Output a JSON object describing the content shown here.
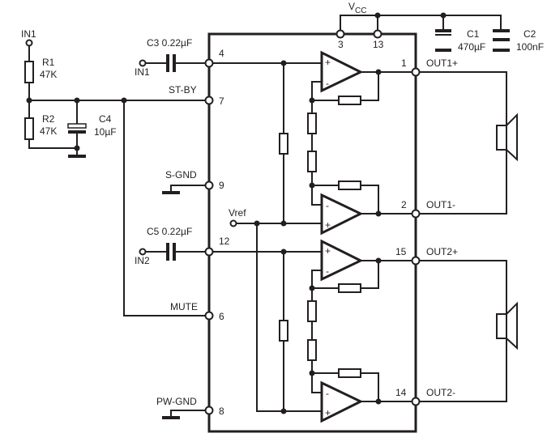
{
  "supply": {
    "vcc_label": "V",
    "vcc_sub": "CC"
  },
  "components": {
    "r1": {
      "name": "R1",
      "value": "47K"
    },
    "r2": {
      "name": "R2",
      "value": "47K"
    },
    "c1": {
      "name": "C1",
      "value": "470µF"
    },
    "c2": {
      "name": "C2",
      "value": "100nF"
    },
    "c3": {
      "label": "C3 0.22µF"
    },
    "c4": {
      "name": "C4",
      "value": "10µF"
    },
    "c5": {
      "label": "C5 0.22µF"
    }
  },
  "inputs": {
    "in1_top": "IN1",
    "in1": "IN1",
    "in2": "IN2",
    "vref": "Vref"
  },
  "left_pins": {
    "st_by": "ST-BY",
    "s_gnd": "S-GND",
    "mute": "MUTE",
    "pw_gnd": "PW-GND"
  },
  "pin_numbers": {
    "p4": "4",
    "p7": "7",
    "p9": "9",
    "p12": "12",
    "p6": "6",
    "p8": "8",
    "p3": "3",
    "p13": "13",
    "p1": "1",
    "p2": "2",
    "p15": "15",
    "p14": "14"
  },
  "outputs": {
    "out1p": "OUT1+",
    "out1m": "OUT1-",
    "out2p": "OUT2+",
    "out2m": "OUT2-"
  },
  "amp_signs": {
    "plus": "+",
    "minus": "-"
  }
}
